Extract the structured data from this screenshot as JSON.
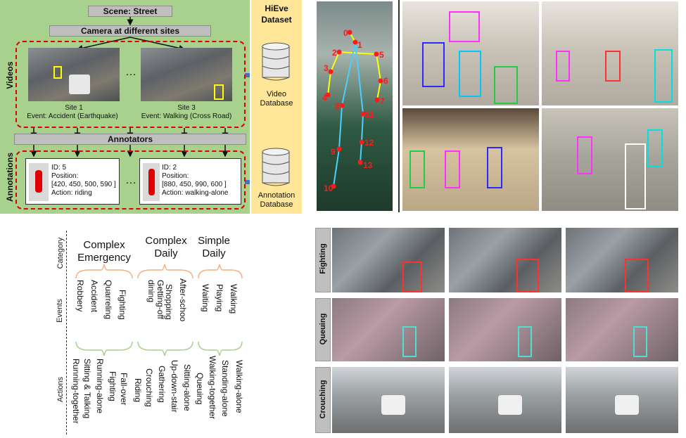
{
  "pipeline": {
    "scene": "Scene: Street",
    "camera": "Camera at different sites",
    "videos_label": "Videos",
    "annotations_label": "Annotations",
    "annotators": "Annotators",
    "ellipsis": "…",
    "site1": "Site 1",
    "site1_event": "Event: Accident (Earthquake)",
    "site3": "Site 3",
    "site3_event": "Event: Walking (Cross Road)",
    "card1": "ID: 5\nPosition:\n[420, 450, 500, 590 ]\nAction: riding",
    "card2": "ID: 2\nPosition:\n[880, 450, 990, 600 ]\nAction: walking-alone"
  },
  "hieve": {
    "title": "HiEve\nDataset",
    "video_db": "Video\nDatabase",
    "annotation_db": "Annotation\nDatabase"
  },
  "pose": {
    "keypoints": [
      "0",
      "1",
      "2",
      "3",
      "4",
      "5",
      "6",
      "7",
      "8",
      "9",
      "10",
      "11",
      "12",
      "13"
    ]
  },
  "taxonomy": {
    "row_labels": [
      "Category",
      "Events",
      "Actions"
    ],
    "categories": [
      "Complex\nEmergency",
      "Complex\nDaily",
      "Simple\nDaily"
    ],
    "events": {
      "complex_emergency": [
        "Robbery",
        "Accident",
        "Quarreling",
        "Fighting"
      ],
      "complex_daily": [
        "Getting-off\ndining",
        "Shopping",
        "After-schoo"
      ],
      "simple_daily": [
        "Waiting",
        "Playing",
        "Walking"
      ]
    },
    "actions": [
      "Running-together",
      "Sitting & Talking",
      "Running-alone",
      "Fighting",
      "Fall-over",
      "Riding",
      "Crouching",
      "Gathering",
      "Up-down-stair",
      "Sitting-alone",
      "Queuing",
      "Walking-together",
      "Standing-alone",
      "Walking-alone"
    ]
  },
  "examples": {
    "rows": [
      "Fighting",
      "Queuing",
      "Crouching"
    ]
  },
  "colors": {
    "panel_green": "#a9d18e",
    "panel_yellow": "#ffe699",
    "dash_red": "#e00000",
    "arrow_blue": "#4472c4",
    "brace_orange": "#f4b183",
    "brace_green": "#a9d18e"
  }
}
